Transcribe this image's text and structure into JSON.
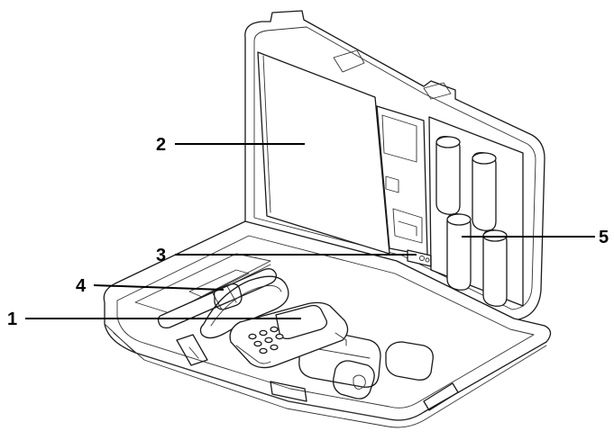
{
  "callouts": [
    {
      "id": "1",
      "text": "1"
    },
    {
      "id": "2",
      "text": "2"
    },
    {
      "id": "3",
      "text": "3"
    },
    {
      "id": "4",
      "text": "4"
    },
    {
      "id": "5",
      "text": "5"
    }
  ],
  "colors": {
    "stroke": "#1a1a1a",
    "background": "#ffffff",
    "label": "#000000"
  }
}
